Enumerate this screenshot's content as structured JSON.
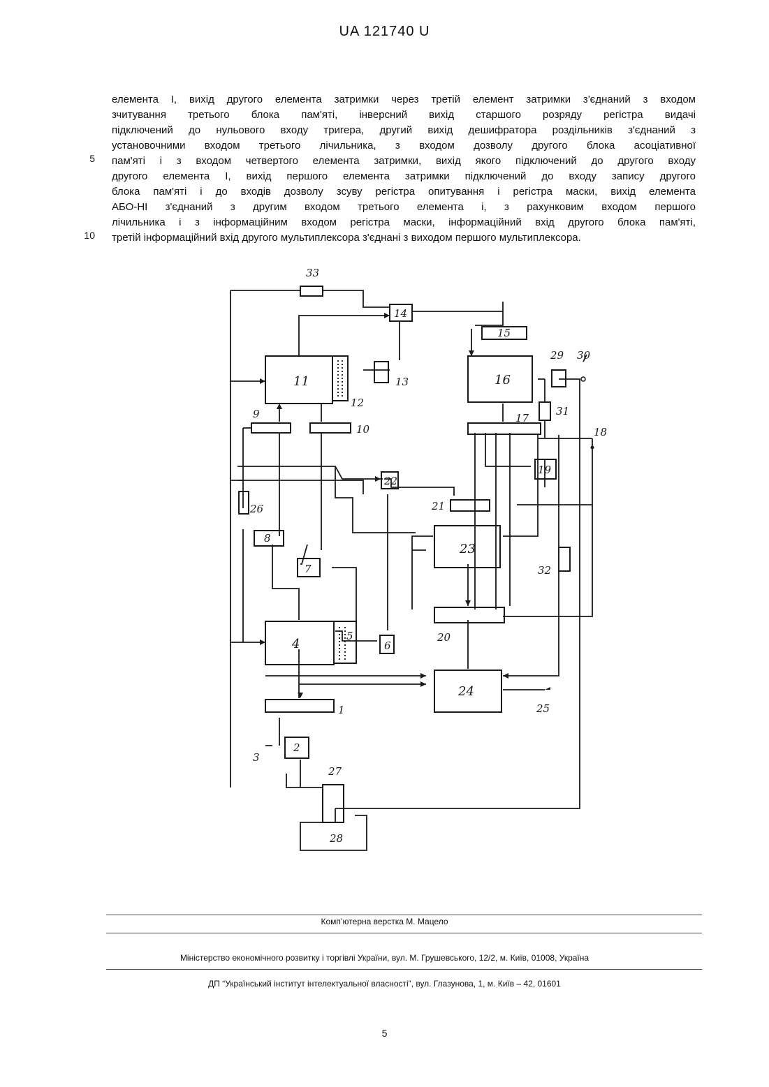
{
  "header": {
    "doc_number": "UA   121740   U"
  },
  "body": {
    "lines": [
      "елемента І, вихід другого елемента затримки через третій елемент затримки з'єднаний з входом",
      "зчитування третього блока пам'яті, інверсний вихід старшого розряду регістра видачі",
      "підключений до нульового входу тригера, другий вихід дешифратора роздільників з'єднаний з",
      "установочними входом третього лічильника, з входом дозволу другого блока асоціативної",
      "пам'яті і з входом четвертого елемента затримки, вихід якого підключений до другого входу",
      "другого елемента І, вихід першого елемента затримки підключений до входу запису другого",
      "блока пам'яті і до входів дозволу зсуву регістра опитування і регістра маски, вихід елемента",
      "АБО-НІ з'єднаний з другим входом третього елемента і, з рахунковим входом першого",
      "лічильника і з інформаційним входом регістра маски, інформаційний вхід другого блока пам'яті,",
      "третій інформаційний вхід другого мультиплексора з'єднані з виходом першого мультиплексора."
    ],
    "line_numbers": [
      "5",
      "10"
    ]
  },
  "figure": {
    "labels": {
      "b1": "1",
      "b2": "2",
      "b3": "3",
      "b4": "4",
      "b5": "5",
      "b6": "6",
      "b7": "7",
      "b8": "8",
      "b9": "9",
      "b10": "10",
      "b11": "11",
      "b12": "12",
      "b13": "13",
      "b14": "14",
      "b15": "15",
      "b16": "16",
      "b17": "17",
      "b18": "18",
      "b19": "19",
      "b20": "20",
      "b21": "21",
      "b22": "22",
      "b23": "23",
      "b24": "24",
      "b25": "25",
      "b26": "26",
      "b27": "27",
      "b28": "28",
      "b29": "29",
      "b30": "30",
      "b31": "31",
      "b32": "32",
      "b33": "33"
    }
  },
  "footer": {
    "layout_credit": "Комп’ютерна верстка М. Мацело",
    "ministry": "Міністерство економічного розвитку і торгівлі України, вул. М. Грушевського, 12/2, м. Київ, 01008, Україна",
    "institute": "ДП “Український інститут інтелектуальної власності”, вул. Глазунова, 1, м. Київ – 42, 01601",
    "page_number": "5"
  }
}
